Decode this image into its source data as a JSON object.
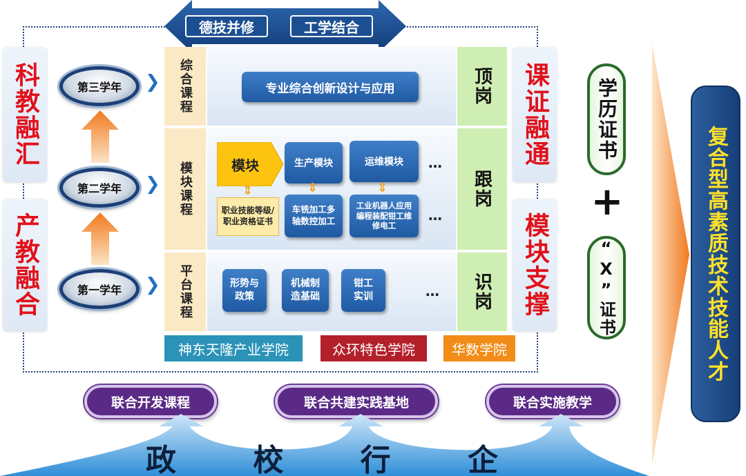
{
  "top_arrows": {
    "left": "德技并修",
    "right": "工学结合"
  },
  "left_labels": {
    "top": "科教融汇",
    "bottom": "产教融合"
  },
  "right_labels": {
    "top": "课证融通",
    "bottom": "模块支撑"
  },
  "years": {
    "third": "第三学年",
    "second": "第二学年",
    "first": "第一学年"
  },
  "bands": {
    "top": {
      "label": "综合课程",
      "post": "顶岗",
      "main_box": "专业综合创新设计与应用"
    },
    "middle": {
      "label": "模块课程",
      "post": "跟岗",
      "module_label": "模块",
      "cert_box": "职业技能等级/职业资格证书",
      "prod_module": "生产模块",
      "prod_skills": "车铣加工多轴数控加工",
      "ops_module": "运维模块",
      "ops_skills": "工业机器人应用编程装配钳工维修电工",
      "ellipsis_top": "…",
      "ellipsis_bottom": "…"
    },
    "bottom": {
      "label": "平台课程",
      "post": "识岗",
      "course1": "形势与政策",
      "course2": "机械制造基础",
      "course3": "钳工实训",
      "ellipsis": "…"
    }
  },
  "colleges": [
    {
      "name": "神东天隆产业学院",
      "color": "#2a93b7"
    },
    {
      "name": "众环特色学院",
      "color": "#b3202a"
    },
    {
      "name": "华数学院",
      "color": "#f08c17"
    }
  ],
  "pills": [
    "联合开发课程",
    "联合共建实践基地",
    "联合实施教学"
  ],
  "bottom_arc_text": "政 校 行 企",
  "certs": {
    "top": "学历证书",
    "plus": "+",
    "bottom": "“X”证书"
  },
  "result": "复合型高素质技术技能人才",
  "colors": {
    "accent_blue": "#1f5aa3",
    "red": "#e0111b",
    "orange": "#f08c17",
    "purple": "#5b2a86",
    "green": "#cfeeb4",
    "navy": "#1b4582"
  }
}
